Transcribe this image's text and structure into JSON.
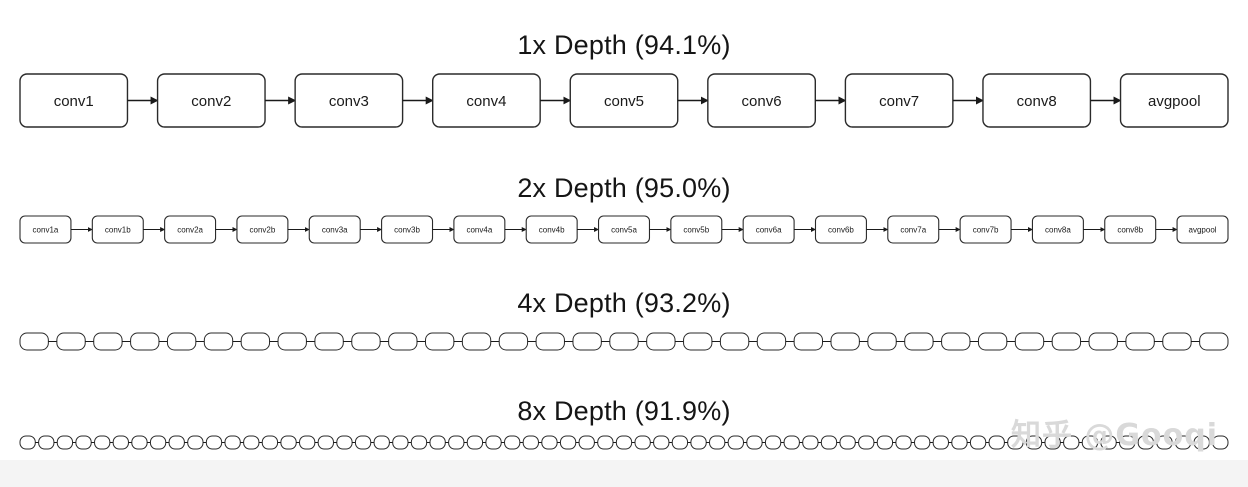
{
  "rows": [
    {
      "title": "1x Depth (94.1%)",
      "layers": [
        "conv1",
        "conv2",
        "conv3",
        "conv4",
        "conv5",
        "conv6",
        "conv7",
        "conv8",
        "avgpool"
      ]
    },
    {
      "title": "2x Depth (95.0%)",
      "layers": [
        "conv1a",
        "conv1b",
        "conv2a",
        "conv2b",
        "conv3a",
        "conv3b",
        "conv4a",
        "conv4b",
        "conv5a",
        "conv5b",
        "conv6a",
        "conv6b",
        "conv7a",
        "conv7b",
        "conv8a",
        "conv8b",
        "avgpool"
      ]
    },
    {
      "title": "4x Depth (93.2%)",
      "block_count": 33
    },
    {
      "title": "8x Depth (91.9%)",
      "block_count": 65
    }
  ],
  "watermark": "知乎 @Gooqi",
  "colors": {
    "box_stroke": "#2a2a2a",
    "arrow": "#1a1a1a",
    "title": "#151515",
    "watermark": "#d9d9d9"
  }
}
